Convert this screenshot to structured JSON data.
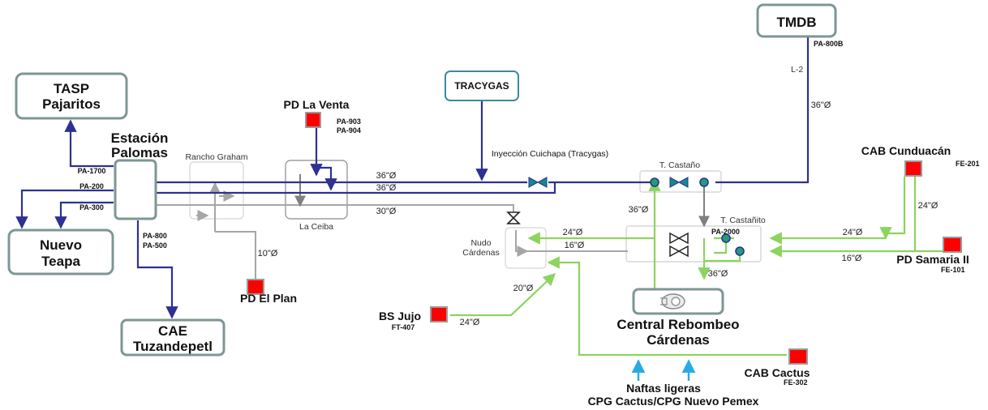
{
  "nodes": {
    "tmdb": "TMDB",
    "tasp_1": "TASP",
    "tasp_2": "Pajaritos",
    "tracygas": "TRACYGAS",
    "nuevo_teapa_1": "Nuevo",
    "nuevo_teapa_2": "Teapa",
    "cae_1": "CAE",
    "cae_2": "Tuzandepetl",
    "estacion_1": "Estación",
    "estacion_2": "Palomas",
    "central_1": "Central Rebombeo",
    "central_2": "Cárdenas"
  },
  "sources": {
    "pd_la_venta": "PD La Venta",
    "pd_el_plan": "PD El Plan",
    "bs_jujo": "BS Jujo",
    "cab_cunduacan": "CAB  Cunduacán",
    "pd_samaria": "PD Samaria II",
    "cab_cactus": "CAB Cactus",
    "naftas_1": "Naftas ligeras",
    "naftas_2": "CPG Cactus/CPG Nuevo Pemex"
  },
  "tags": {
    "pa800b": "PA-800B",
    "pa1700": "PA-1700",
    "pa200": "PA-200",
    "pa300": "PA-300",
    "pa800": "PA-800",
    "pa500": "PA-500",
    "pa903": "PA-903",
    "pa904": "PA-904",
    "pa2000": "PA-2000",
    "fe201": "FE-201",
    "fe101": "FE-101",
    "fe302": "FE-302",
    "ft407": "FT-407"
  },
  "areas": {
    "rancho_graham": "Rancho Graham",
    "la_ceiba": "La Ceiba",
    "nudo_1": "Nudo",
    "nudo_2": "Cárdenas",
    "t_castano": "T. Castaño",
    "t_castanito": "T. Castañito",
    "inyeccion": "Inyección Cuichapa (Tracygas)",
    "l2": "L-2"
  },
  "pipes": {
    "d36_top1": "36\"Ø",
    "d36_top2": "36\"Ø",
    "d30": "30\"Ø",
    "d36_l2": "36\"Ø",
    "d10": "10\"Ø",
    "d36_castano": "36\"Ø",
    "d24_nudo": "24\"Ø",
    "d16_nudo": "16\"Ø",
    "d24_cund_v": "24\"Ø",
    "d24_cund_h": "24\"Ø",
    "d16_samaria": "16\"Ø",
    "d36_rebombeo": "36\"Ø",
    "d20": "20\"Ø",
    "d24_jujo": "24\"Ø"
  },
  "colors": {
    "navy": "#2e3192",
    "gray": "#a6a6a6",
    "green": "#8dd35f",
    "cyan": "#29abe2",
    "source_fill": "#ff0000",
    "box_border": "#7e9695"
  }
}
